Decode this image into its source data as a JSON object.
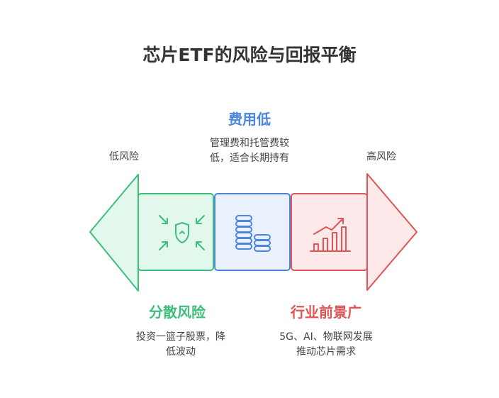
{
  "title": "芯片ETF的风险与回报平衡",
  "left_label": "低风险",
  "right_label": "高风险",
  "fee": {
    "heading": "费用低",
    "desc_line1": "管理费和托管费较",
    "desc_line2": "低，适合长期持有",
    "icon": "coins-stack-icon"
  },
  "diversify": {
    "heading": "分散风险",
    "desc_line1": "投资一篮子股票，降",
    "desc_line2": "低波动",
    "icon": "shield-arrows-icon"
  },
  "industry": {
    "heading": "行业前景广",
    "desc_line1": "5G、AI、物联网发展",
    "desc_line2": "推动芯片需求",
    "icon": "growth-chart-icon"
  },
  "colors": {
    "green": "#3dbe7a",
    "green_fill": "#e3f8ec",
    "blue": "#4a86e0",
    "blue_fill": "#eaf1fc",
    "red": "#e05555",
    "red_fill": "#fde9e9"
  }
}
